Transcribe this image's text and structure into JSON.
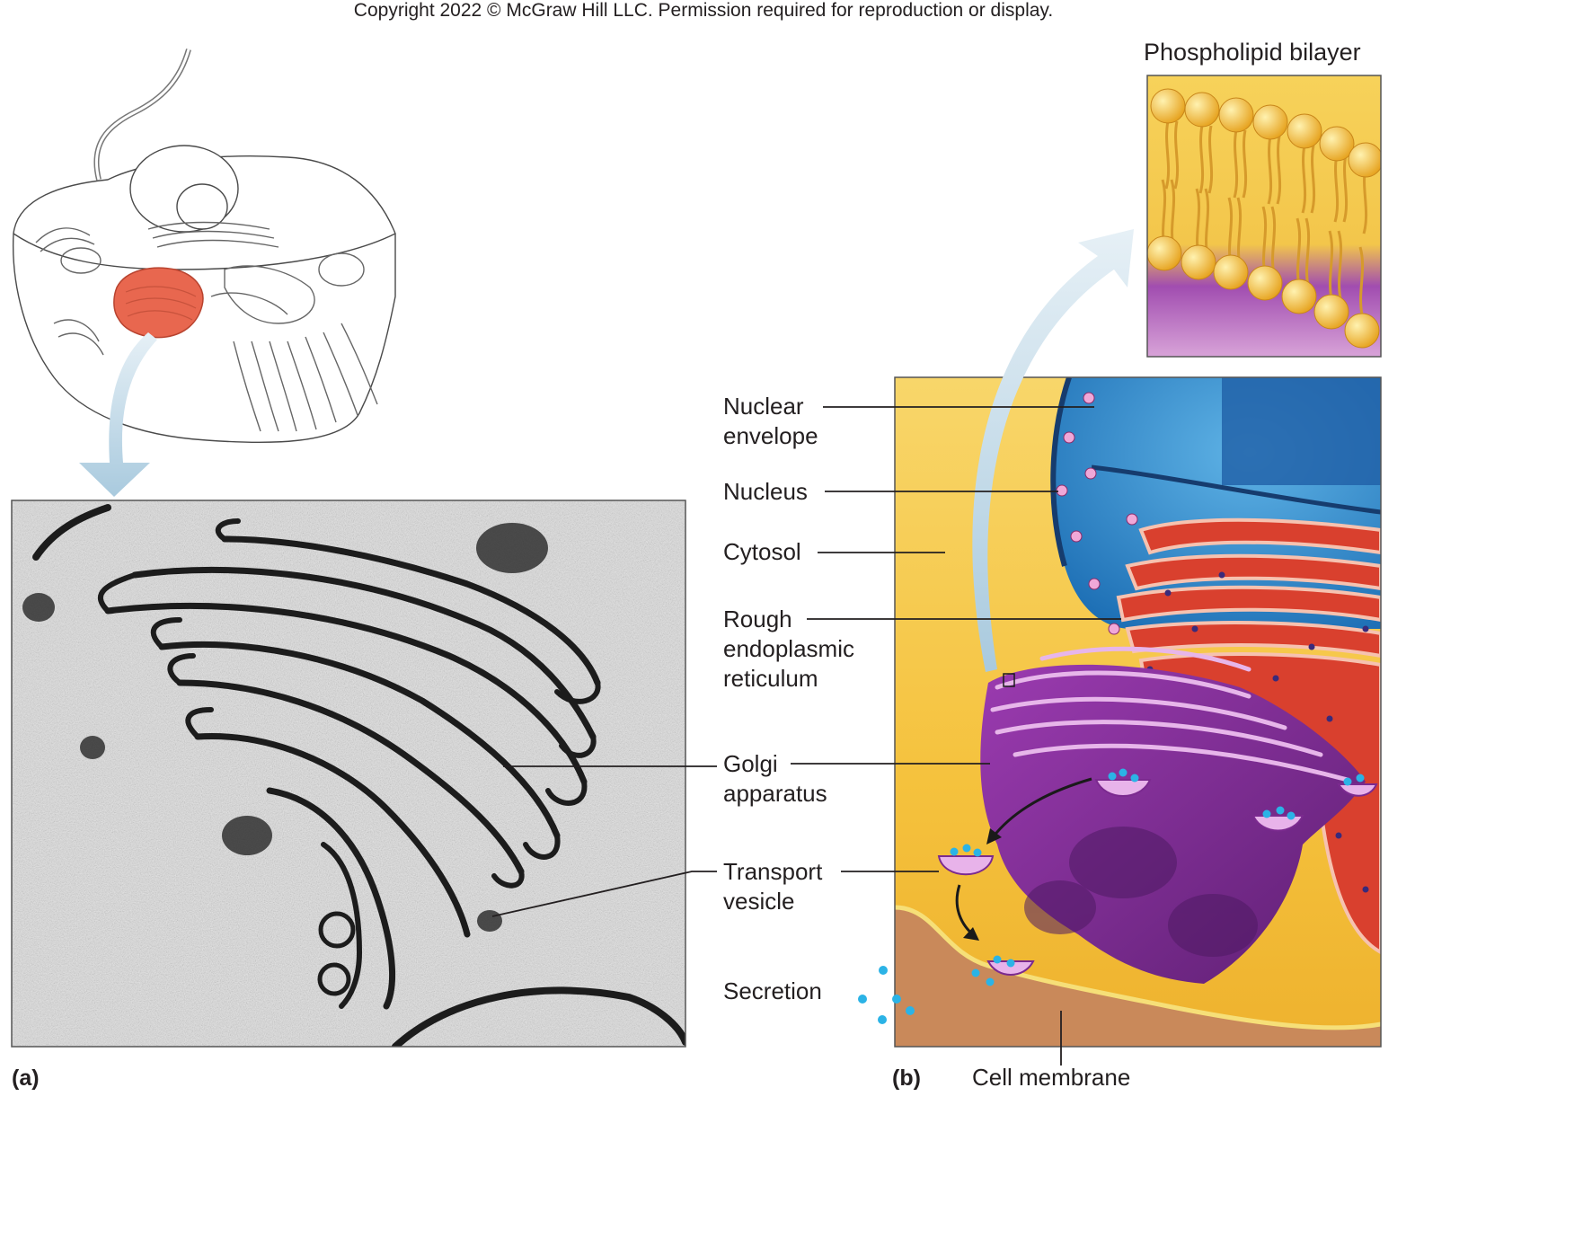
{
  "copyright": "Copyright 2022 © McGraw Hill LLC. Permission required for reproduction or display.",
  "inset_title": "Phospholipid bilayer",
  "labels": {
    "nuclear_envelope": "Nuclear\nenvelope",
    "nucleus": "Nucleus",
    "cytosol": "Cytosol",
    "rough_er": "Rough\nendoplasmic\nreticulum",
    "golgi": "Golgi\napparatus",
    "transport_vesicle": "Transport\nvesicle",
    "secretion": "Secretion",
    "cell_membrane": "Cell membrane"
  },
  "panels": {
    "a": "(a)",
    "b": "(b)"
  },
  "colors": {
    "golgi_highlight": "#e8674f",
    "golgi_purple": "#7b2a8f",
    "er_red": "#d9402e",
    "nucleus_blue": "#2a7fc2",
    "cytosol_yellow": "#f6c94a",
    "vesicle_cargo": "#2bb3e6",
    "arrow_blue": "#b9d7e6"
  }
}
